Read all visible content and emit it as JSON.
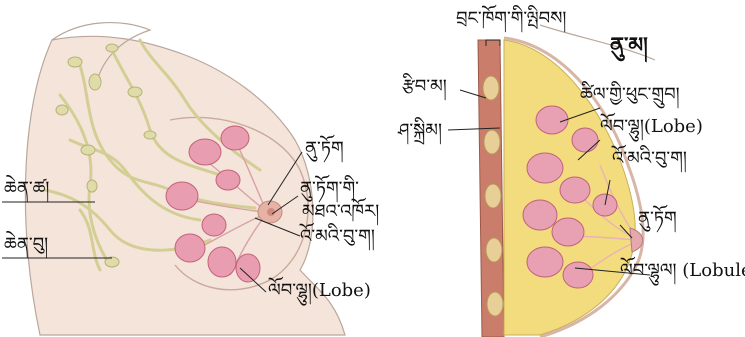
{
  "labels": {
    "chest_wall": "བྲང་ཁོག་གི་ལྤིབས།",
    "breast_title": "ནུ་མ།",
    "ribs": "རྩིབ་མ།",
    "fatty_tissue": "ཚིལ་གྱི་ཕུང་གྲུབ།",
    "muscle": "ཤ་སྐྲིམ།",
    "lobe_tib_right": "ལོབ་ལྷུ།",
    "lobe_en_right": "(Lobe)",
    "ducts_right": "འོ་མའི་བུ་ག།",
    "nipple_right": "ནུ་ཏོག",
    "lobules_tib": "ལོབ་ལྷུལ།",
    "lobules_en": "(Lobules)",
    "nipple_left": "ནུ་ཏོག",
    "areola_line1": "ནུ་ཏོག་གི་",
    "areola_line2": "མཐའ་འཁོར།",
    "lymph_nodes": "ཆེན་ཚ།",
    "lymph_vessels": "ཆེན་བུ།",
    "ducts_left": "འོ་མའི་བུ་ག།",
    "lobe_tib_left": "ལོབ་ལྷུ།",
    "lobe_en_left": "(Lobe)"
  },
  "colors": {
    "skin": "#f4e1d6",
    "skin_outline": "#b9a79c",
    "lymph": "#d8d6a0",
    "lobe": "#e79aab",
    "lobe_dark": "#c2637a",
    "fat": "#f3dc7d",
    "muscle": "#c77a66",
    "rib": "#e6cc95"
  }
}
